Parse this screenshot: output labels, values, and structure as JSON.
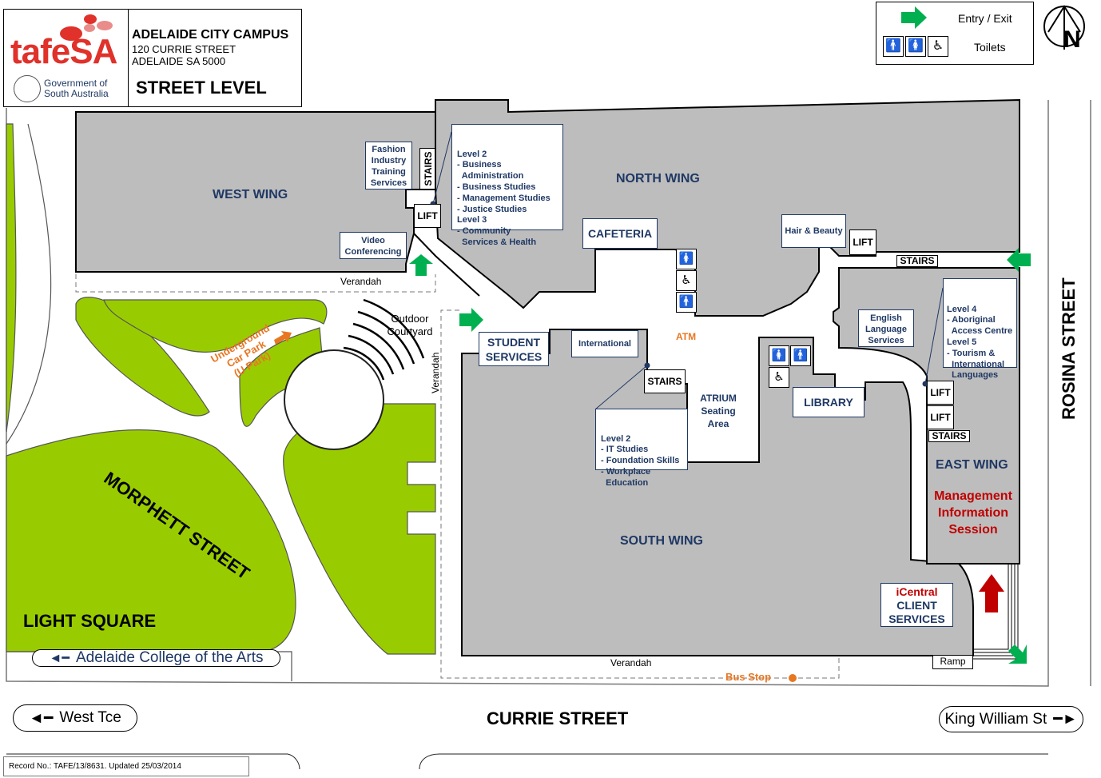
{
  "header": {
    "logo_text": "tafeSA",
    "gov_text": "Government of South Australia",
    "campus": "ADELAIDE CITY CAMPUS",
    "address1": "120 CURRIE STREET",
    "address2": "ADELAIDE SA 5000",
    "level": "STREET LEVEL"
  },
  "legend": {
    "entry": "Entry / Exit",
    "toilets": "Toilets"
  },
  "north_letter": "N",
  "wings": {
    "west": "WEST WING",
    "north": "NORTH WING",
    "south": "SOUTH WING",
    "east": "EAST WING"
  },
  "labels": {
    "fashion": [
      "Fashion",
      "Industry",
      "Training",
      "Services"
    ],
    "video": [
      "Video",
      "Conferencing"
    ],
    "stairs": "STAIRS",
    "lift": "LIFT",
    "cafeteria": "CAFETERIA",
    "hair": "Hair & Beauty",
    "english": [
      "English",
      "Language",
      "Services"
    ],
    "student": [
      "STUDENT",
      "SERVICES"
    ],
    "international": "International",
    "library": "LIBRARY",
    "atm": "ATM",
    "atrium": [
      "ATRIUM",
      "Seating",
      "Area"
    ],
    "mis": [
      "Management",
      "Information",
      "Session"
    ],
    "icentral": "iCentral",
    "client": [
      "CLIENT",
      "SERVICES"
    ],
    "ramp": "Ramp",
    "verandah": "Verandah",
    "outdoor": [
      "Outdoor",
      "Courtyard"
    ],
    "car_park": [
      "Underground",
      "Car Park",
      "(U Park)"
    ],
    "bus_stop": "Bus Stop",
    "light_square": "LIGHT SQUARE",
    "college": "Adelaide College of the Arts"
  },
  "callouts": {
    "north": [
      "Level 2",
      "- Business",
      "  Administration",
      "- Business Studies",
      "- Management Studies",
      "- Justice Studies",
      "Level 3",
      "- Community",
      "  Services & Health"
    ],
    "east": [
      "Level 4",
      "- Aboriginal",
      "  Access Centre",
      "Level 5",
      "- Tourism &",
      "  International",
      "  Languages"
    ],
    "south": [
      "Level 2",
      "- IT Studies",
      "- Foundation Skills",
      "- Workplace",
      "  Education"
    ]
  },
  "streets": {
    "morphett": "MORPHETT STREET",
    "rosina": "ROSINA STREET",
    "currie": "CURRIE STREET",
    "west_tce": "West Tce",
    "king_william": "King William St"
  },
  "footer": "Record No.: TAFE/13/8631. Updated 25/03/2014",
  "colors": {
    "building": "#bdbdbd",
    "grass": "#99cc00",
    "navy": "#1f3864",
    "green_arrow": "#00b050",
    "red": "#c00000",
    "orange": "#e87722"
  }
}
